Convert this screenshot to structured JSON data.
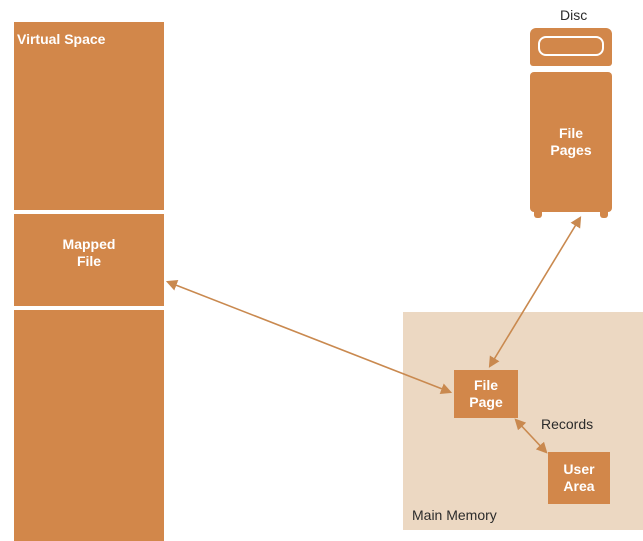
{
  "virtual_space": {
    "title": "Virtual Space",
    "mapped_file_line1": "Mapped",
    "mapped_file_line2": "File"
  },
  "disc": {
    "label": "Disc",
    "file_pages_line1": "File",
    "file_pages_line2": "Pages"
  },
  "main_memory": {
    "label": "Main Memory",
    "file_page_line1": "File",
    "file_page_line2": "Page",
    "user_area_line1": "User",
    "user_area_line2": "Area",
    "records_label": "Records"
  },
  "colors": {
    "block": "#d2874a",
    "memory_panel": "#ecd8c2",
    "arrow": "#c9894f"
  }
}
